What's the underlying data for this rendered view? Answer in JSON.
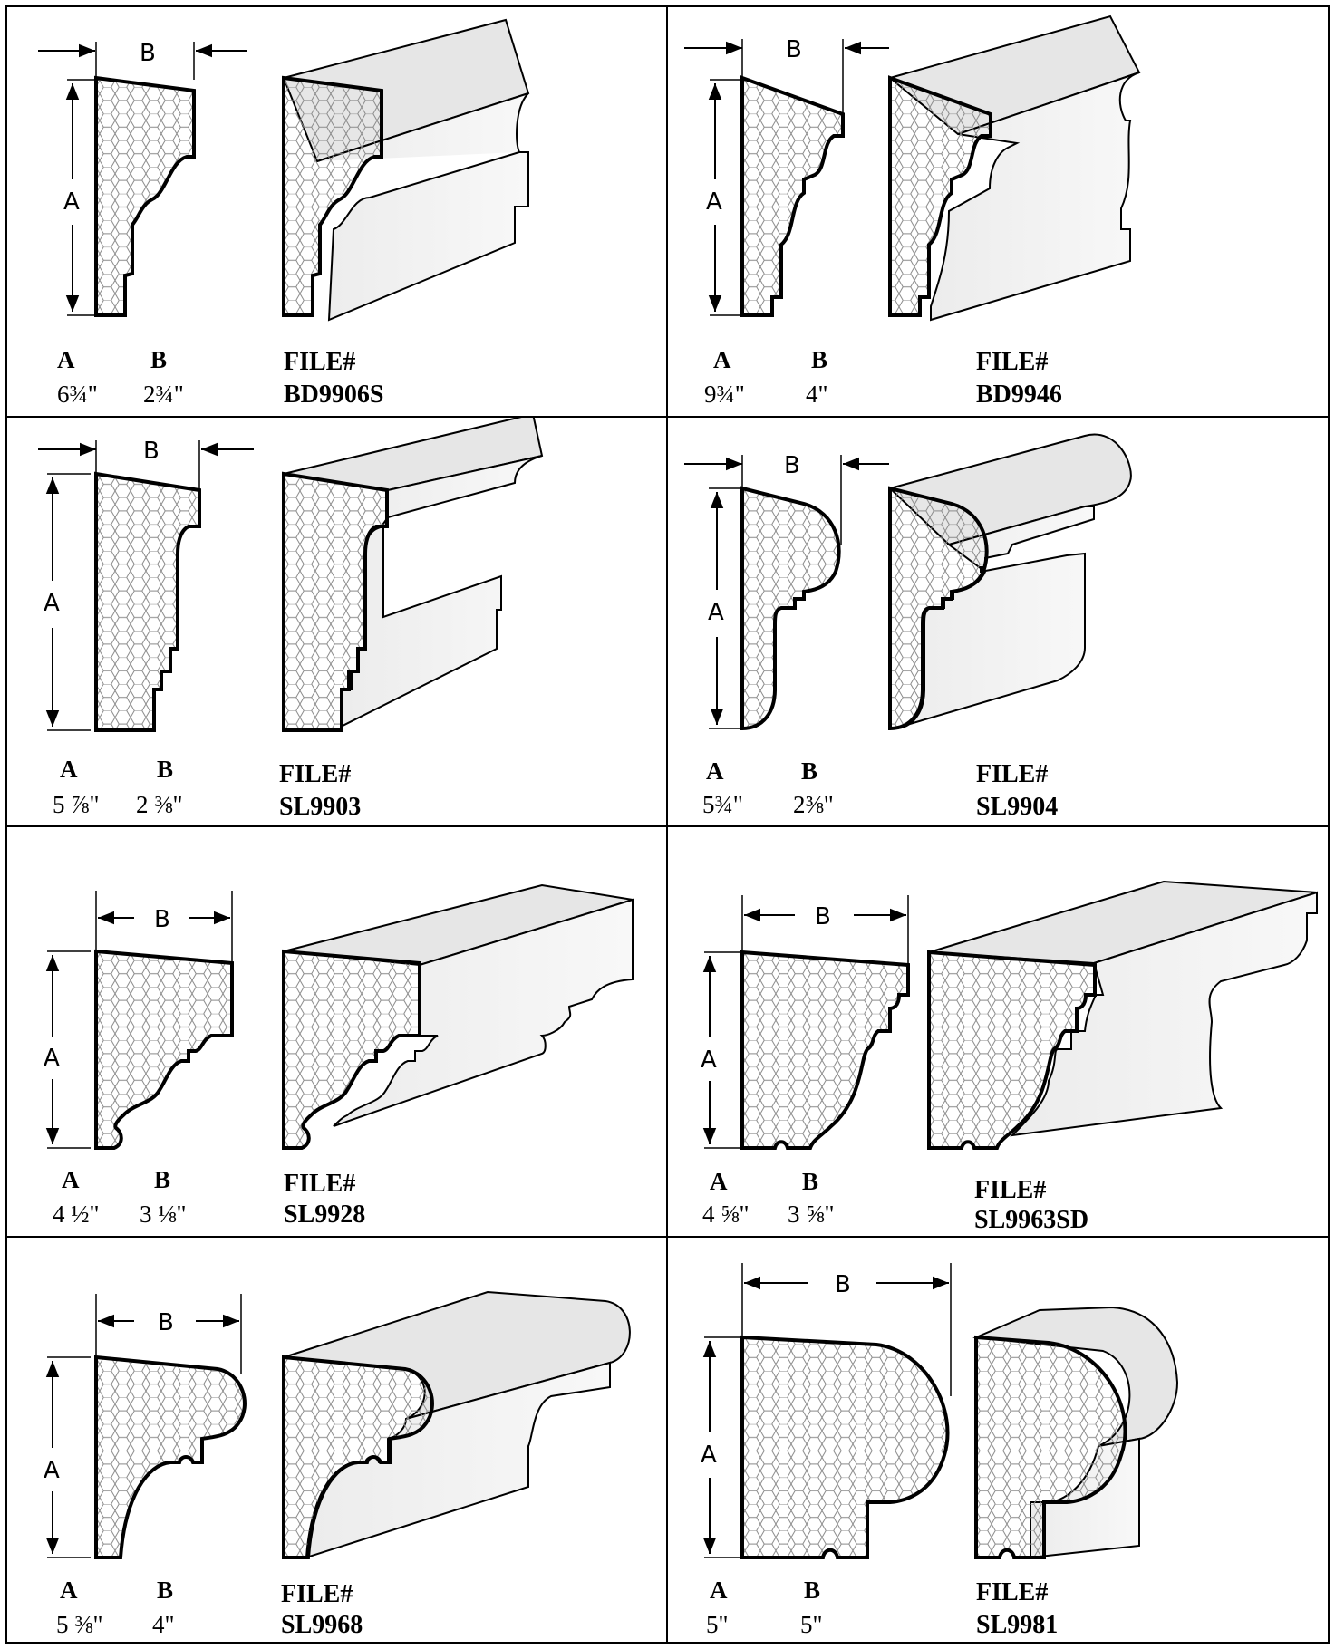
{
  "panels": [
    {
      "id": "bd9906s",
      "a_label": "A",
      "b_label": "B",
      "a_value": "6¾\"",
      "b_value": "2¾\"",
      "file_label": "FILE#",
      "file_number": "BD9906S"
    },
    {
      "id": "bd9946",
      "a_label": "A",
      "b_label": "B",
      "a_value": "9¾\"",
      "b_value": "4\"",
      "file_label": "FILE#",
      "file_number": "BD9946"
    },
    {
      "id": "sl9903",
      "a_label": "A",
      "b_label": "B",
      "a_value": "5 ⅞\"",
      "b_value": "2 ⅜\"",
      "file_label": "FILE#",
      "file_number": "SL9903"
    },
    {
      "id": "sl9904",
      "a_label": "A",
      "b_label": "B",
      "a_value": "5¾\"",
      "b_value": "2⅜\"",
      "file_label": "FILE#",
      "file_number": "SL9904"
    },
    {
      "id": "sl9928",
      "a_label": "A",
      "b_label": "B",
      "a_value": "4 ½\"",
      "b_value": "3 ⅛\"",
      "file_label": "FILE#",
      "file_number": "SL9928"
    },
    {
      "id": "sl9963sd",
      "a_label": "A",
      "b_label": "B",
      "a_value": "4 ⅝\"",
      "b_value": "3 ⅝\"",
      "file_label": "FILE#",
      "file_number": "SL9963SD"
    },
    {
      "id": "sl9968",
      "a_label": "A",
      "b_label": "B",
      "a_value": "5 ⅜\"",
      "b_value": "4\"",
      "file_label": "FILE#",
      "file_number": "SL9968"
    },
    {
      "id": "sl9981",
      "a_label": "A",
      "b_label": "B",
      "a_value": "5\"",
      "b_value": "5\"",
      "file_label": "FILE#",
      "file_number": "SL9981"
    }
  ],
  "dimension_letters": {
    "height": "A",
    "width": "B"
  },
  "colors": {
    "line": "#000000",
    "face": "#f2f2f2",
    "top": "#e6e6e6",
    "hatch": "#8a8a8a"
  }
}
